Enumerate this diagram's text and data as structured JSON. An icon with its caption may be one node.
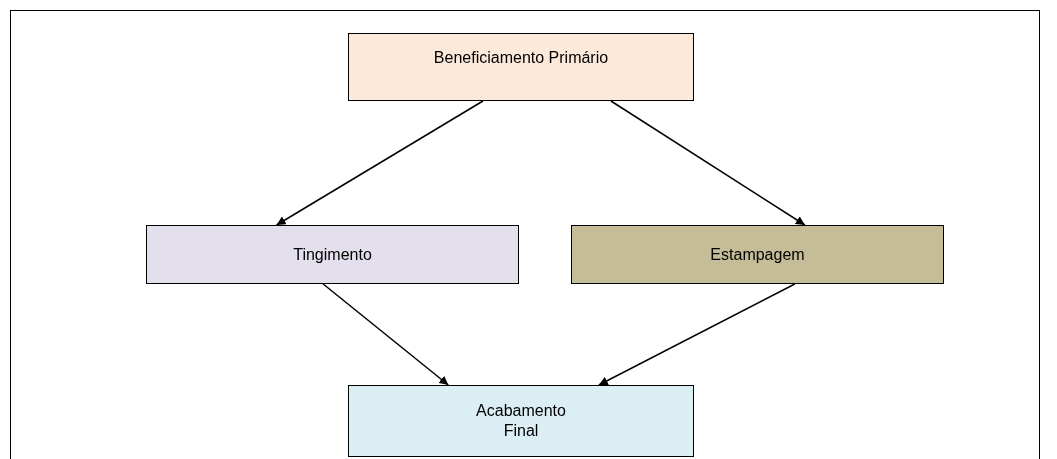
{
  "diagram": {
    "nodes": [
      {
        "text": [
          "Beneficiamento Primário"
        ]
      },
      {
        "text": [
          "Tingimento"
        ]
      },
      {
        "text": [
          "Estampagem"
        ]
      },
      {
        "text": [
          "Acabamento Final"
        ]
      }
    ],
    "edges": [
      {
        "from": 0,
        "to": 1,
        "arrow": "to"
      },
      {
        "from": 0,
        "to": 2,
        "arrow": "to"
      },
      {
        "from": 1,
        "to": 3,
        "arrow": "to"
      },
      {
        "from": 2,
        "to": 3,
        "arrow": "to"
      }
    ]
  }
}
